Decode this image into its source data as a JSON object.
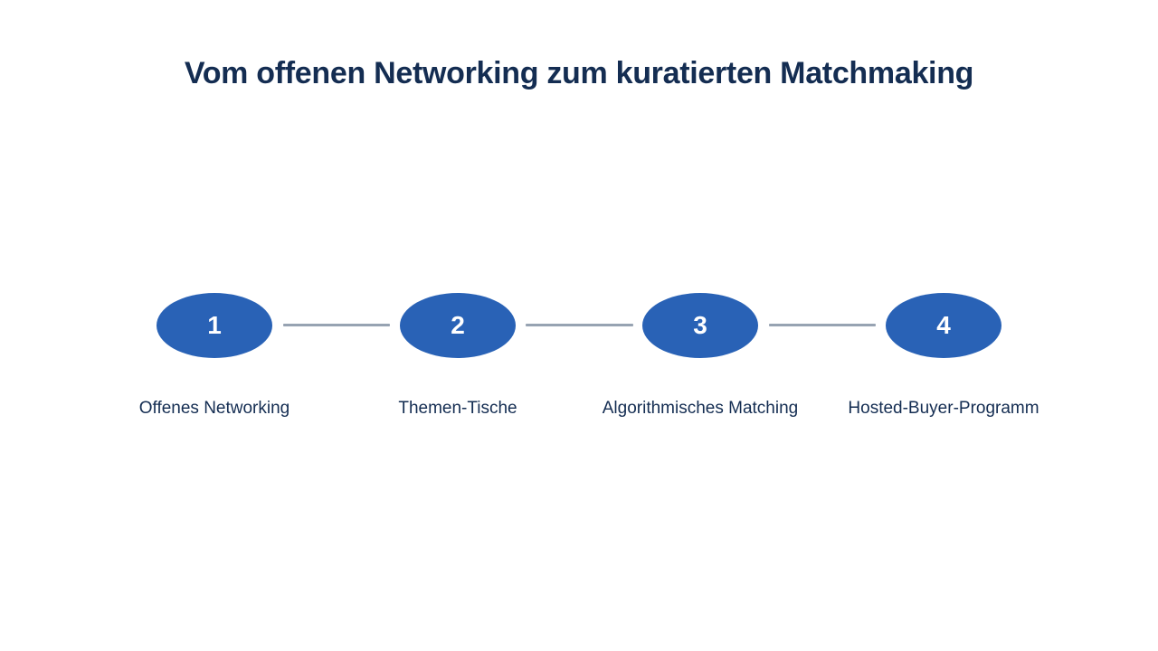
{
  "title": "Vom offenen Networking zum kuratierten Matchmaking",
  "colors": {
    "title": "#142d52",
    "circle": "#2962b6",
    "connector": "#97a3b2",
    "label": "#142d52",
    "number": "#ffffff"
  },
  "steps": [
    {
      "number": "1",
      "label": "Offenes Networking"
    },
    {
      "number": "2",
      "label": "Themen-Tische"
    },
    {
      "number": "3",
      "label": "Algorithmisches Matching"
    },
    {
      "number": "4",
      "label": "Hosted-Buyer-Programm"
    }
  ]
}
